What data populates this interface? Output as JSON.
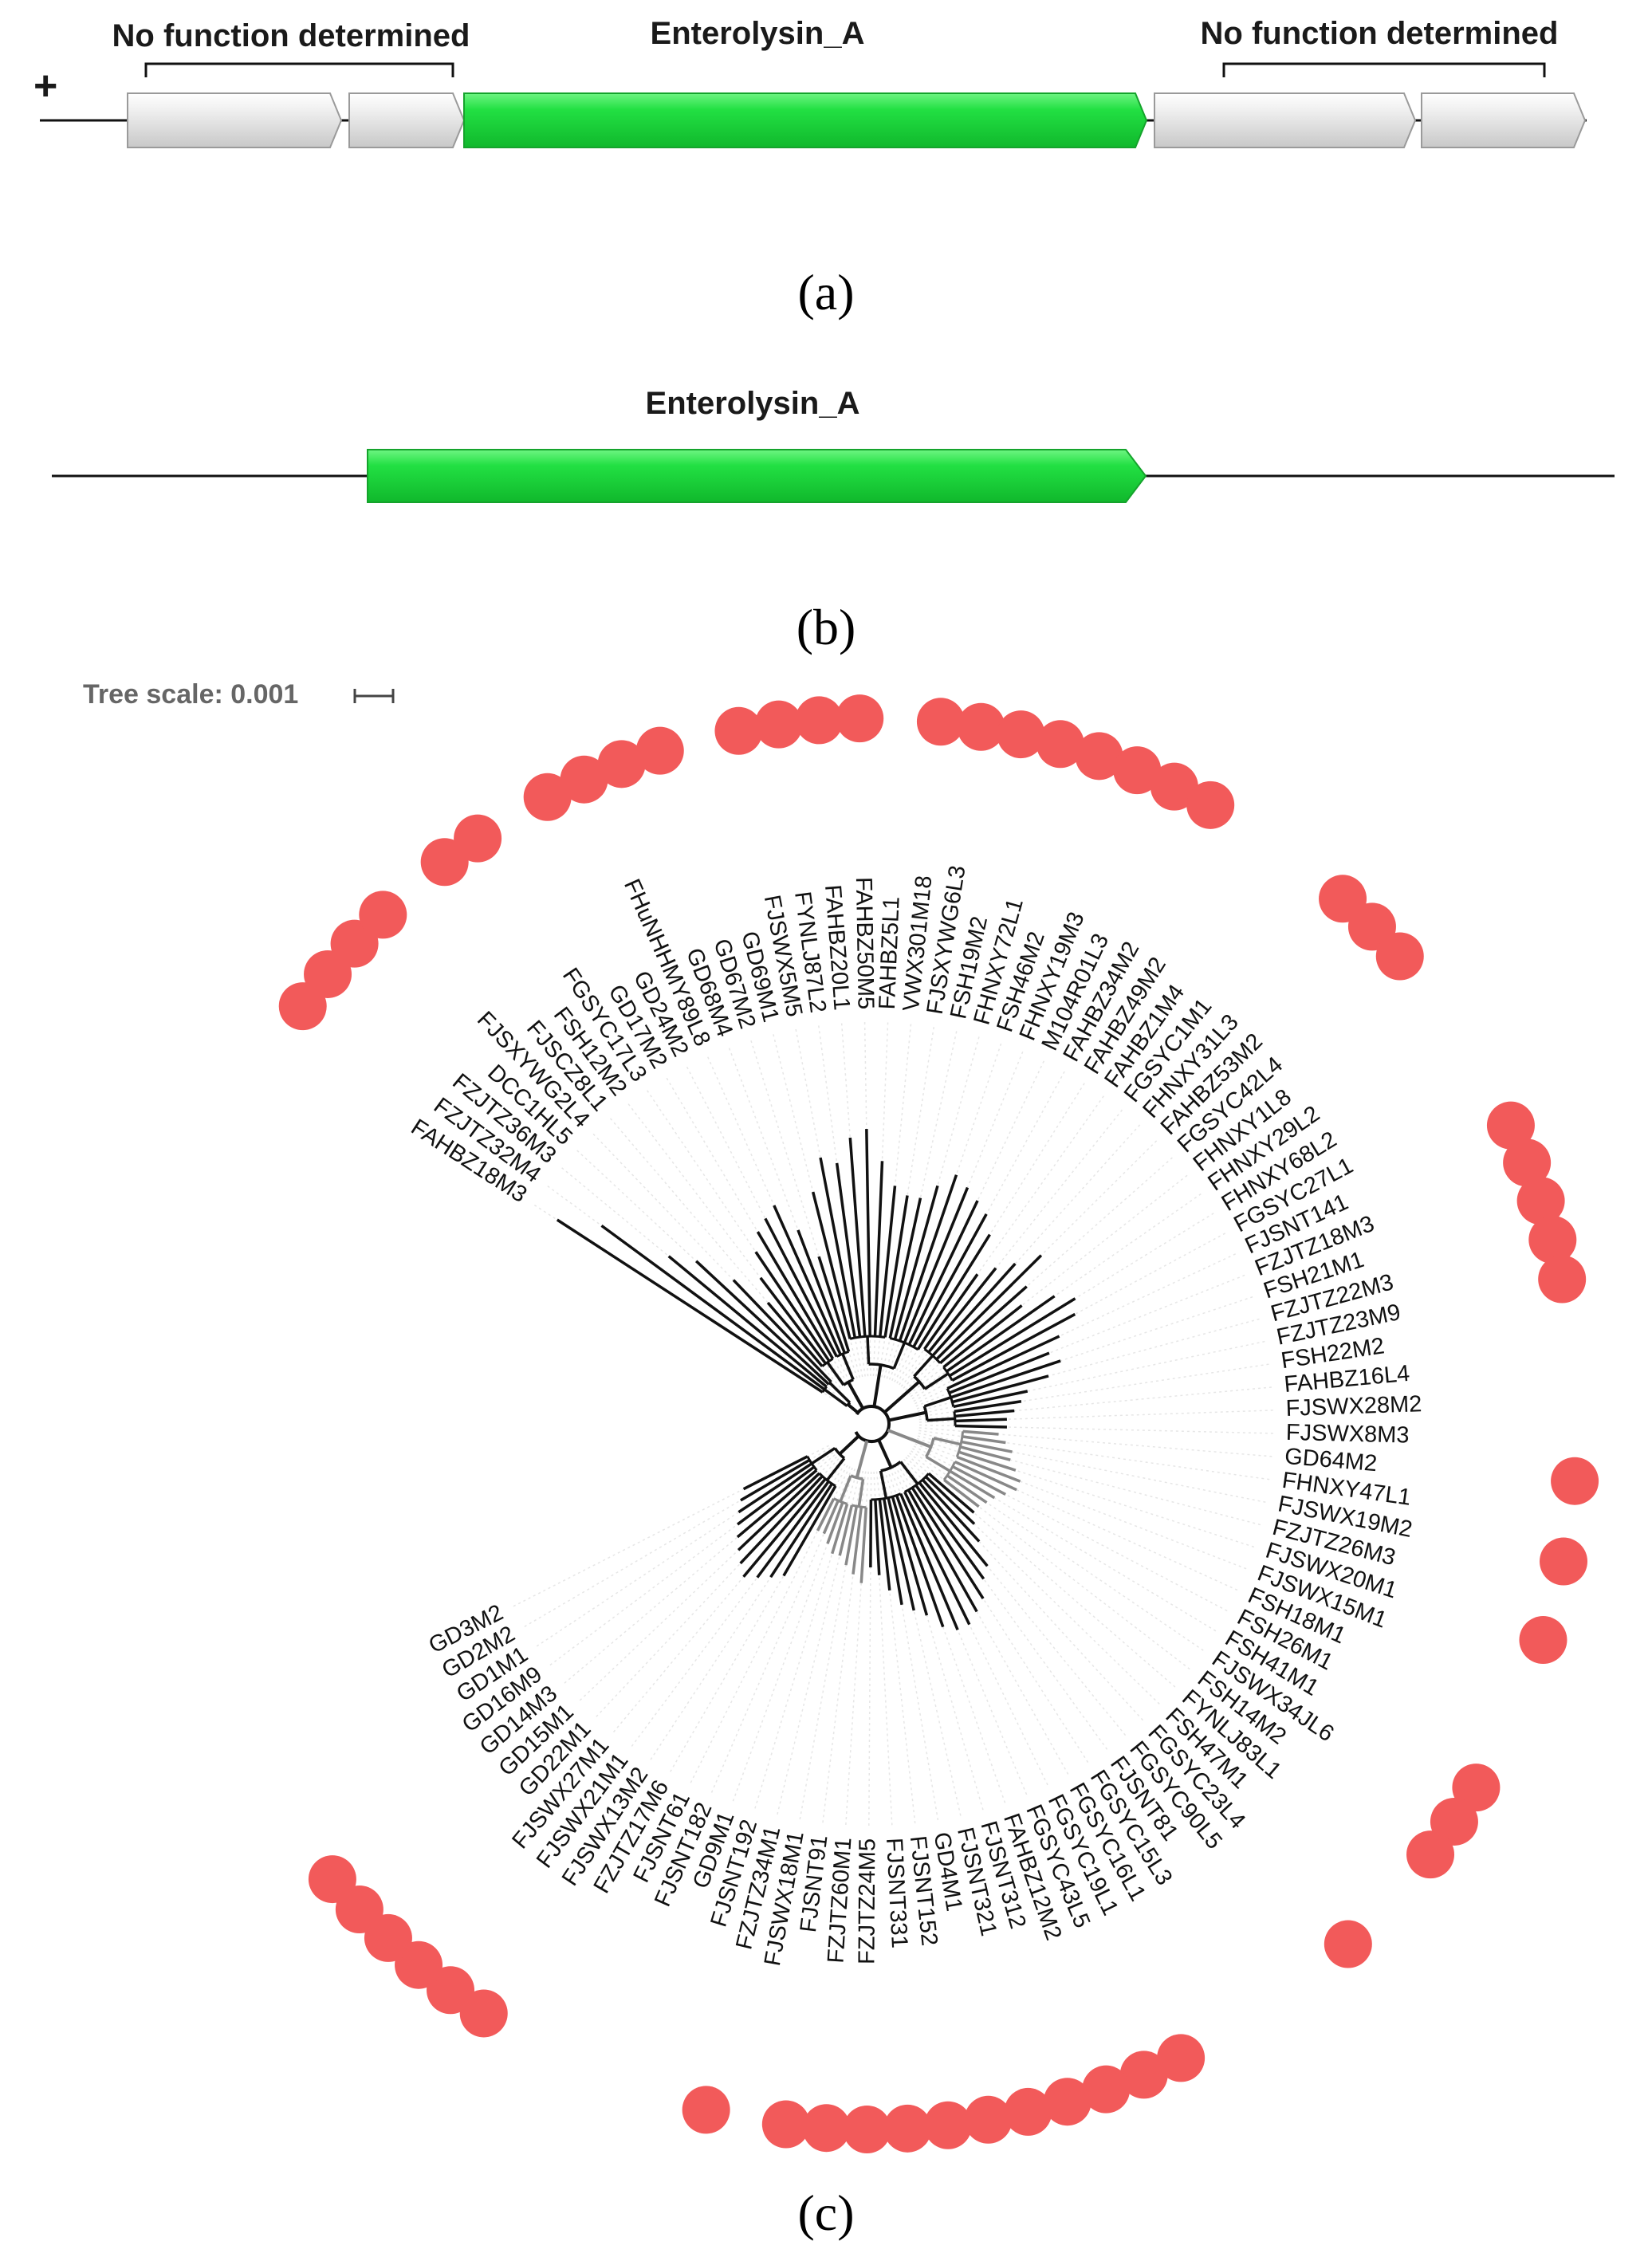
{
  "panel_a": {
    "strand": "+",
    "left_group_label": "No function determined",
    "center_label": "Enterolysin_A",
    "right_group_label": "No function determined",
    "caption": "(a)",
    "genes": [
      {
        "type": "unknown"
      },
      {
        "type": "unknown"
      },
      {
        "type": "Enterolysin_A"
      },
      {
        "type": "unknown"
      },
      {
        "type": "unknown"
      }
    ],
    "colors": {
      "gene_unknown": "#d6d6d6",
      "gene_enterolysin": "#22e043"
    }
  },
  "panel_b": {
    "gene_label": "Enterolysin_A",
    "caption": "(b)",
    "colors": {
      "gene": "#22e043"
    }
  },
  "panel_c": {
    "tree_scale_label": "Tree scale: 0.001",
    "caption": "(c)",
    "marker_color": "#f25a5a",
    "leaves": [
      {
        "name": "FAHBZ18M3",
        "marked": false
      },
      {
        "name": "FZJTZ32M4",
        "marked": true
      },
      {
        "name": "FZJTZ36M3",
        "marked": true
      },
      {
        "name": "DCC1HL5",
        "marked": true
      },
      {
        "name": "FJSXYWG2L4",
        "marked": true
      },
      {
        "name": "FJSCZ8L1",
        "marked": false
      },
      {
        "name": "FSH12M2",
        "marked": true
      },
      {
        "name": "FGSYC17L3",
        "marked": true
      },
      {
        "name": "GD17M2",
        "marked": false
      },
      {
        "name": "GD24M2",
        "marked": true
      },
      {
        "name": "FHuNHHMY89L8",
        "marked": true
      },
      {
        "name": "GD68M4",
        "marked": true
      },
      {
        "name": "GD67M2",
        "marked": true
      },
      {
        "name": "GD69M1",
        "marked": false
      },
      {
        "name": "FJSWX5M5",
        "marked": true
      },
      {
        "name": "FYNLJ87L2",
        "marked": true
      },
      {
        "name": "FAHBZ20L1",
        "marked": true
      },
      {
        "name": "FAHBZ50M5",
        "marked": true
      },
      {
        "name": "FAHBZ5L1",
        "marked": false
      },
      {
        "name": "VWX301M18",
        "marked": true
      },
      {
        "name": "FJSXYWG6L3",
        "marked": true
      },
      {
        "name": "FSH19M2",
        "marked": true
      },
      {
        "name": "FHNXY72L1",
        "marked": true
      },
      {
        "name": "FSH46M2",
        "marked": true
      },
      {
        "name": "FHNXY19M3",
        "marked": true
      },
      {
        "name": "M104R01L3",
        "marked": true
      },
      {
        "name": "FAHBZ34M2",
        "marked": true
      },
      {
        "name": "FAHBZ49M2",
        "marked": false
      },
      {
        "name": "FAHBZ1M4",
        "marked": false
      },
      {
        "name": "FGSYC1M1",
        "marked": false
      },
      {
        "name": "FHNXY31L3",
        "marked": true
      },
      {
        "name": "FAHBZ53M2",
        "marked": true
      },
      {
        "name": "FGSYC42L4",
        "marked": true
      },
      {
        "name": "FHNXY1L8",
        "marked": false
      },
      {
        "name": "FHNXY29L2",
        "marked": false
      },
      {
        "name": "FHNXY68L2",
        "marked": false
      },
      {
        "name": "FGSYC27L1",
        "marked": false
      },
      {
        "name": "FJSNT141",
        "marked": true
      },
      {
        "name": "FZJTZ18M3",
        "marked": true
      },
      {
        "name": "FSH21M1",
        "marked": true
      },
      {
        "name": "FZJTZ22M3",
        "marked": true
      },
      {
        "name": "FZJTZ23M9",
        "marked": true
      },
      {
        "name": "FSH22M2",
        "marked": false
      },
      {
        "name": "FAHBZ16L4",
        "marked": false
      },
      {
        "name": "FJSWX28M2",
        "marked": false
      },
      {
        "name": "FJSWX8M3",
        "marked": false
      },
      {
        "name": "GD64M2",
        "marked": true
      },
      {
        "name": "FHNXY47L1",
        "marked": false
      },
      {
        "name": "FJSWX19M2",
        "marked": true
      },
      {
        "name": "FZJTZ26M3",
        "marked": false
      },
      {
        "name": "FJSWX20M1",
        "marked": true
      },
      {
        "name": "FJSWX15M1",
        "marked": false
      },
      {
        "name": "FSH18M1",
        "marked": false
      },
      {
        "name": "FSH26M1",
        "marked": false
      },
      {
        "name": "FSH41M1",
        "marked": true
      },
      {
        "name": "FJSWX34JL6",
        "marked": true
      },
      {
        "name": "FSH14M2",
        "marked": true
      },
      {
        "name": "FYNLJ83L1",
        "marked": false
      },
      {
        "name": "FSH47M1",
        "marked": false
      },
      {
        "name": "FGSYC23L4",
        "marked": true
      },
      {
        "name": "FGSYC90L5",
        "marked": false
      },
      {
        "name": "FJSNT81",
        "marked": false
      },
      {
        "name": "FGSYC15L3",
        "marked": false
      },
      {
        "name": "FGSYC16L1",
        "marked": false
      },
      {
        "name": "FGSYC19L1",
        "marked": true
      },
      {
        "name": "FGSYC43L5",
        "marked": true
      },
      {
        "name": "FAHBZ12M2",
        "marked": true
      },
      {
        "name": "FJSNT312",
        "marked": true
      },
      {
        "name": "FJSNT321",
        "marked": true
      },
      {
        "name": "GD4M1",
        "marked": true
      },
      {
        "name": "FJSNT152",
        "marked": true
      },
      {
        "name": "FJSNT331",
        "marked": true
      },
      {
        "name": "FZJTZ24M5",
        "marked": true
      },
      {
        "name": "FZJTZ60M1",
        "marked": true
      },
      {
        "name": "FJSNT91",
        "marked": true
      },
      {
        "name": "FJSWX18M1",
        "marked": false
      },
      {
        "name": "FZJTZ34M1",
        "marked": true
      },
      {
        "name": "FJSNT192",
        "marked": false
      },
      {
        "name": "GD9M1",
        "marked": false
      },
      {
        "name": "FJSNT182",
        "marked": false
      },
      {
        "name": "FJSNT61",
        "marked": false
      },
      {
        "name": "FZJTZ17M6",
        "marked": false
      },
      {
        "name": "FJSWX13M2",
        "marked": true
      },
      {
        "name": "FJSWX21M1",
        "marked": true
      },
      {
        "name": "FJSWX27M1",
        "marked": true
      },
      {
        "name": "GD22M1",
        "marked": true
      },
      {
        "name": "GD15M1",
        "marked": true
      },
      {
        "name": "GD14M3",
        "marked": true
      },
      {
        "name": "GD16M9",
        "marked": false
      },
      {
        "name": "GD1M1",
        "marked": false
      },
      {
        "name": "GD2M2",
        "marked": false
      },
      {
        "name": "GD3M2",
        "marked": false
      }
    ]
  }
}
